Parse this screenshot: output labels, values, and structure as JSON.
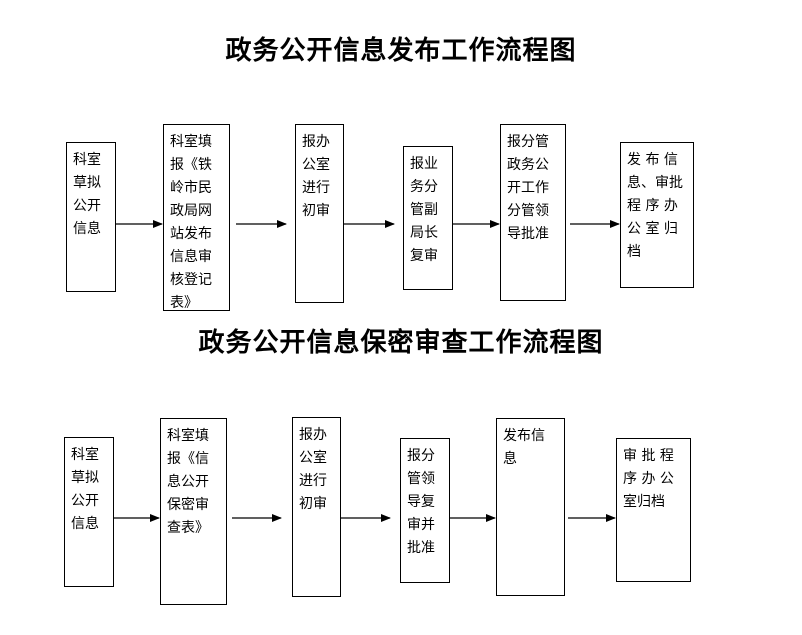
{
  "diagram1": {
    "title": "政务公开信息发布工作流程图",
    "steps": [
      "科室草拟公开信息",
      "科室填报《铁岭市民政局网站发布信息审核登记表》",
      "报办公室进行初审",
      "报业务分管副局长复审",
      "报分管政务公开工作分管领导批准",
      "发 布 信息、审批 程 序 办 公 室 归 档"
    ]
  },
  "diagram2": {
    "title": "政务公开信息保密审查工作流程图",
    "steps": [
      "科室草拟公开信息",
      "科室填报《信息公开保密审查表》",
      "报办公室进行初审",
      "报分管领导复审并批准",
      "发布信息",
      "审 批 程 序 办 公 室归档"
    ]
  }
}
